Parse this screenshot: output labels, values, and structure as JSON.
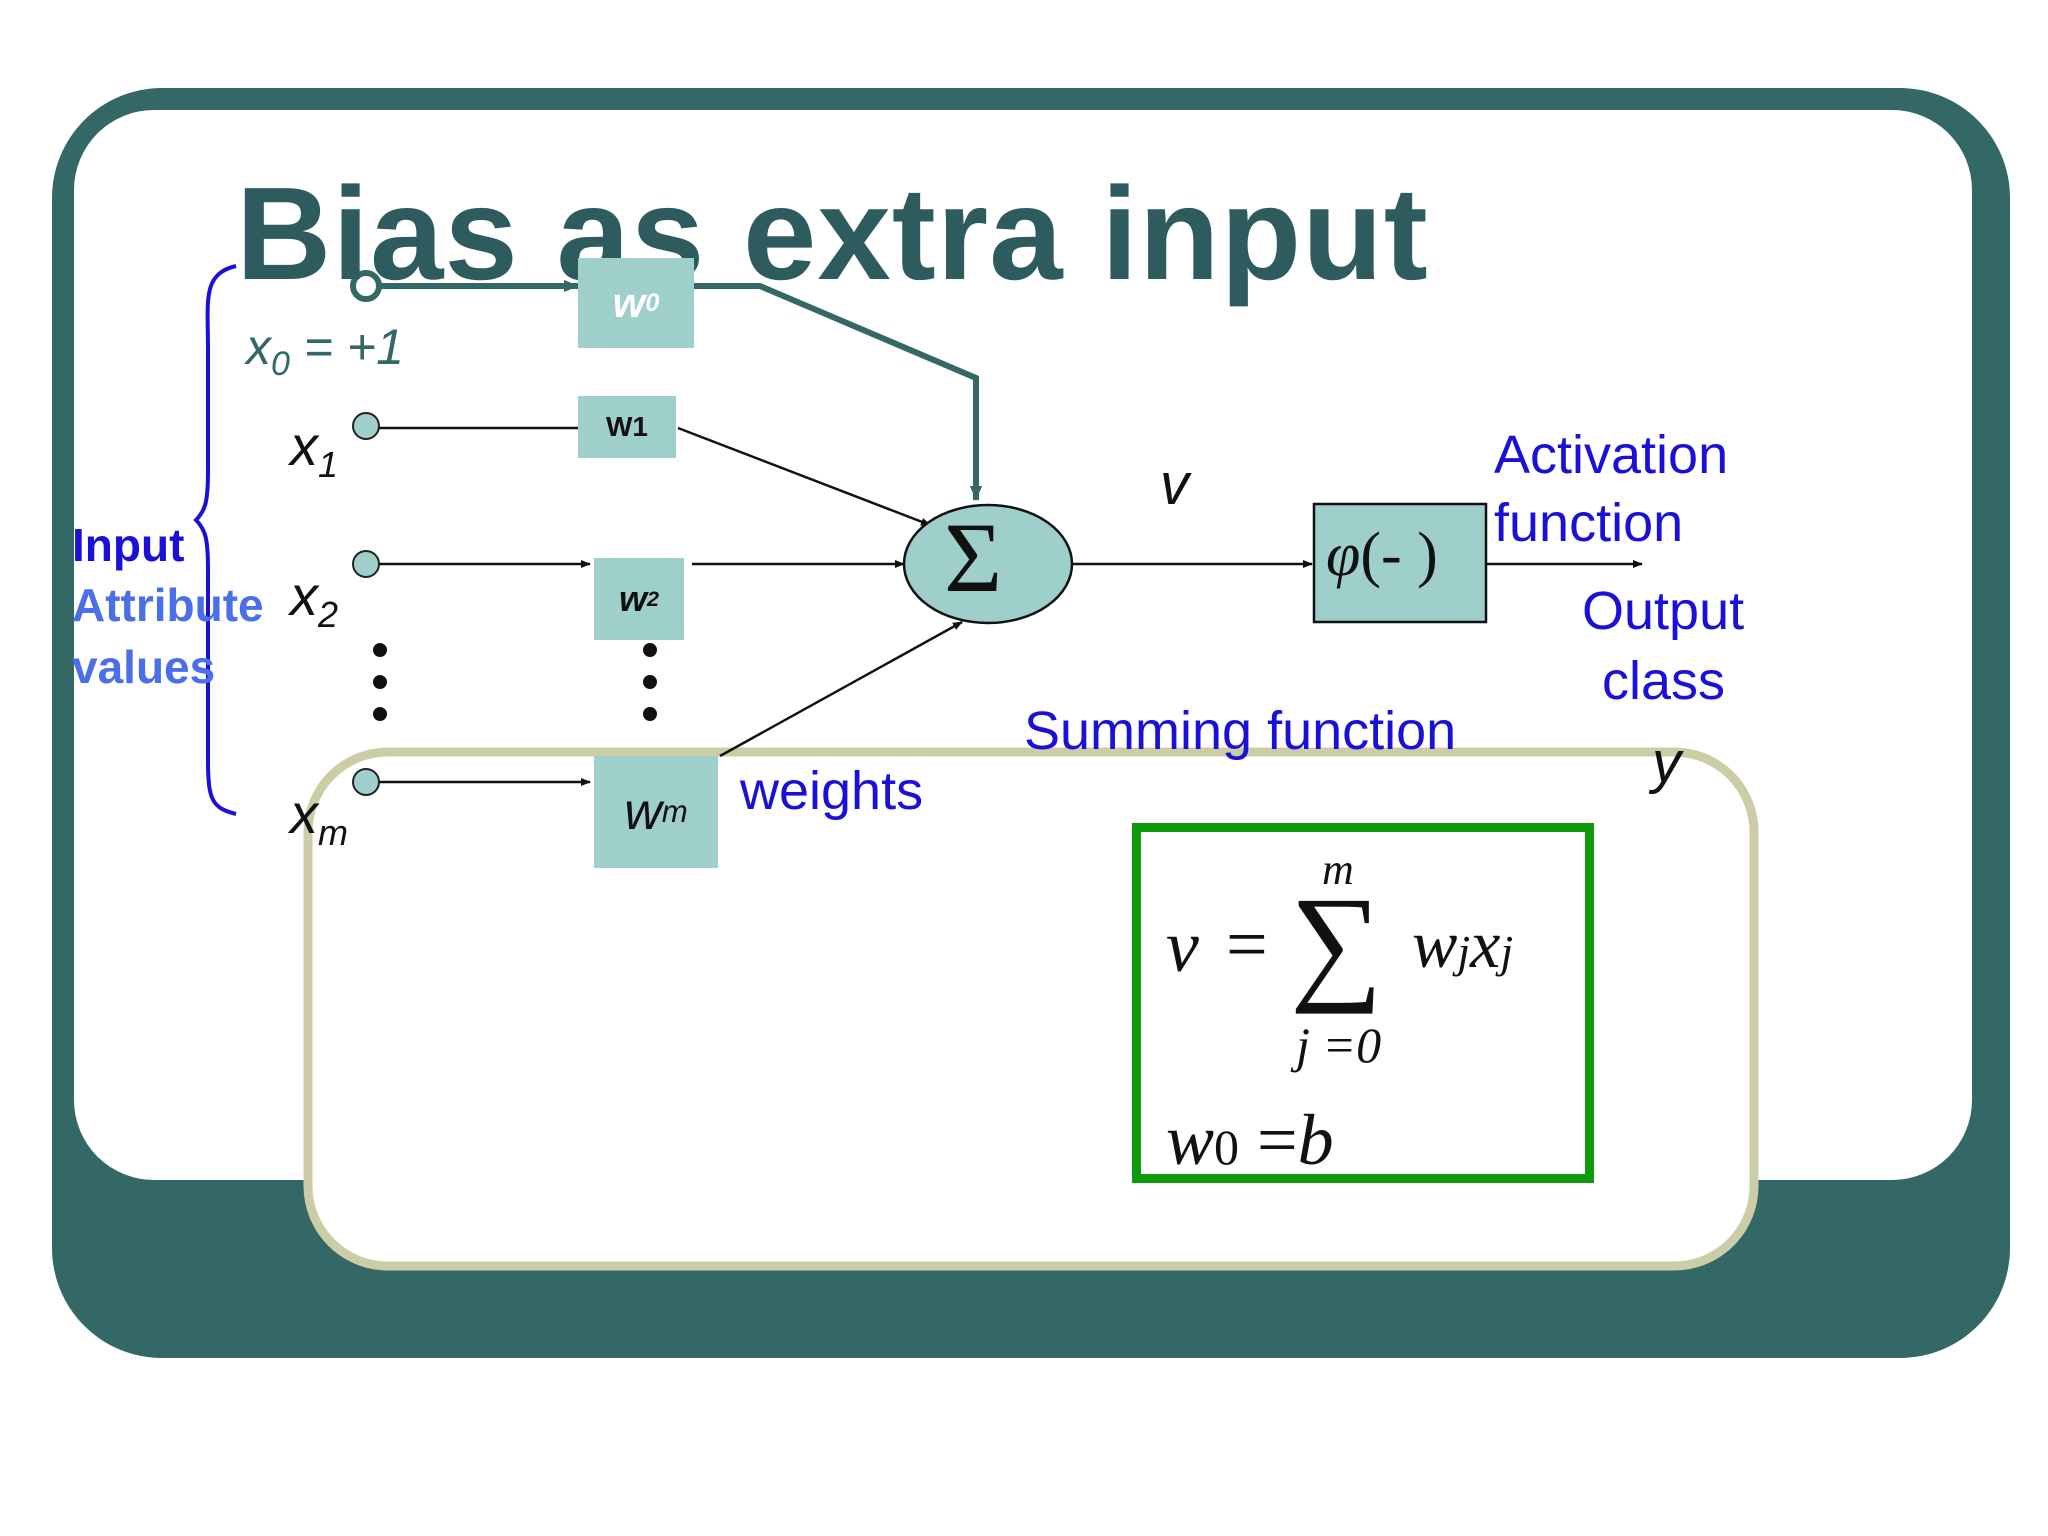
{
  "slide": {
    "title": "Bias as extra input",
    "colors": {
      "frame": "#336867",
      "title": "#2e5b5e",
      "node_fill": "#9ecfcb",
      "annotation_blue": "#1a10d8",
      "inner_border": "#cccca6",
      "formula_border": "#0d9a0d"
    }
  },
  "inputs": {
    "x0": {
      "name": "x",
      "sub": "0",
      "tail": " = +1"
    },
    "x1": {
      "name": "x",
      "sub": "1"
    },
    "x2": {
      "name": "x",
      "sub": "2"
    },
    "xm": {
      "name": "x",
      "sub": "m"
    }
  },
  "weights": {
    "w0": {
      "name": "w",
      "sub": "0"
    },
    "w1": {
      "label": "W1"
    },
    "w2": {
      "name": "w",
      "sub": "2"
    },
    "wm": {
      "name": "w",
      "sub": "m"
    }
  },
  "annotations": {
    "input_line1": "Input",
    "input_line2": "Attribute",
    "input_line3": "values",
    "weights": "weights",
    "summing_function": "Summing function",
    "activation_line1": "Activation",
    "activation_line2": "function",
    "output_line1": "Output",
    "output_line2": "class",
    "v_label": "v",
    "y_label": "y"
  },
  "nodes": {
    "sum_symbol": "Σ",
    "activation_phi": "φ",
    "activation_args": "(- )"
  },
  "formula": {
    "lhs": "v",
    "equals": "=",
    "sum_symbol": "∑",
    "upper_limit": "m",
    "lower_limit": "j =0",
    "term_w": "w",
    "term_w_sub": "j",
    "term_x": "x",
    "term_x_sub": "j",
    "bias_lhs": "w",
    "bias_lhs_sub": "0",
    "bias_eq": "=",
    "bias_rhs": "b"
  }
}
